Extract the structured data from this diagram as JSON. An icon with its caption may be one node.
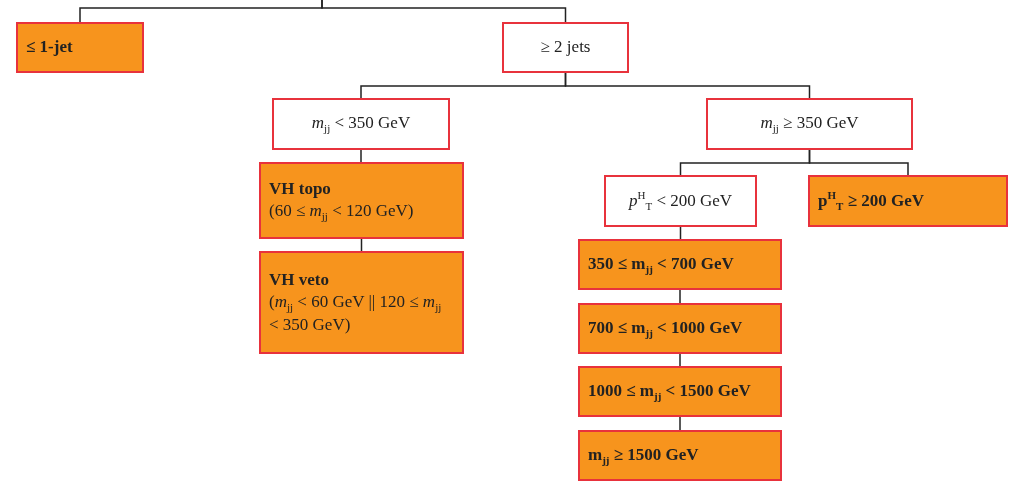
{
  "diagram": {
    "nodes": [
      {
        "text": [
          "≤ 1-jet"
        ]
      },
      {
        "text": [
          "≥ 2 jets"
        ]
      },
      {
        "text": [
          "*m*$_{jj}$ < 350 GeV"
        ]
      },
      {
        "text": [
          "*m*$_{jj}$ ≥ 350 GeV"
        ]
      },
      {
        "text": [
          "VH topo",
          "(60 ≤ *m*$_{jj}$ < 120 GeV)"
        ]
      },
      {
        "text": [
          "VH veto",
          "(*m*$_{jj}$ < 60 GeV || 120 ≤ *m*$_{jj}$ < 350 GeV)"
        ]
      },
      {
        "text": [
          "*p*$^{H}$$_{T}$ < 200 GeV"
        ]
      },
      {
        "text": [
          "p$^{H}$$_{T}$ ≥ 200 GeV"
        ]
      },
      {
        "text": [
          "350 ≤ m$_{jj}$ < 700 GeV"
        ]
      },
      {
        "text": [
          "700 ≤ m$_{jj}$ < 1000 GeV"
        ]
      },
      {
        "text": [
          "1000 ≤ m$_{jj}$ < 1500 GeV"
        ]
      },
      {
        "text": [
          "m$_{jj}$ ≥ 1500 GeV"
        ]
      }
    ],
    "edges": [
      {
        "from": null,
        "to": 0,
        "arrow": "none"
      },
      {
        "from": null,
        "to": 1,
        "arrow": "none"
      },
      {
        "from": 1,
        "to": 2,
        "arrow": "none"
      },
      {
        "from": 1,
        "to": 3,
        "arrow": "none"
      },
      {
        "from": 2,
        "to": 4,
        "arrow": "none"
      },
      {
        "from": 4,
        "to": 5,
        "arrow": "none"
      },
      {
        "from": 3,
        "to": 6,
        "arrow": "none"
      },
      {
        "from": 3,
        "to": 7,
        "arrow": "none"
      },
      {
        "from": 6,
        "to": 8,
        "arrow": "none"
      },
      {
        "from": 8,
        "to": 9,
        "arrow": "none"
      },
      {
        "from": 9,
        "to": 10,
        "arrow": "none"
      },
      {
        "from": 10,
        "to": 11,
        "arrow": "none"
      }
    ]
  }
}
